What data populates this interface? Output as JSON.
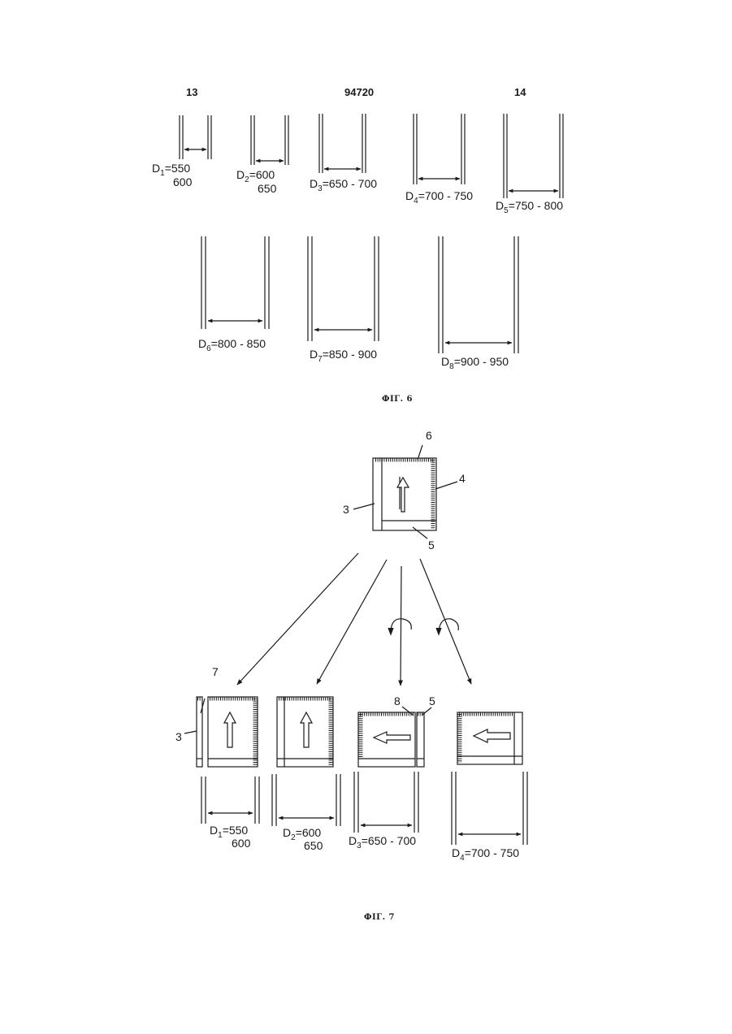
{
  "header": {
    "left_page": "13",
    "patent_no": "94720",
    "right_page": "14"
  },
  "fig6": {
    "caption": "ФІГ. 6",
    "labels": [
      {
        "sym": "D",
        "sub": "1",
        "text": "=550",
        "text2": "600"
      },
      {
        "sym": "D",
        "sub": "2",
        "text": "=600",
        "text2": "650"
      },
      {
        "sym": "D",
        "sub": "3",
        "text": "=650 - 700"
      },
      {
        "sym": "D",
        "sub": "4",
        "text": "=700 - 750"
      },
      {
        "sym": "D",
        "sub": "5",
        "text": "=750 - 800"
      },
      {
        "sym": "D",
        "sub": "6",
        "text": "=800 - 850"
      },
      {
        "sym": "D",
        "sub": "7",
        "text": "=850 - 900"
      },
      {
        "sym": "D",
        "sub": "8",
        "text": "=900 - 950"
      }
    ]
  },
  "fig7": {
    "caption": "ФІГ. 7",
    "refs": {
      "r6": "6",
      "r4": "4",
      "r3": "3",
      "r5": "5",
      "r7": "7",
      "r3b": "3",
      "r8": "8",
      "r5b": "5"
    },
    "labels": [
      {
        "sym": "D",
        "sub": "1",
        "text": "=550",
        "text2": "600"
      },
      {
        "sym": "D",
        "sub": "2",
        "text": "=600",
        "text2": "650"
      },
      {
        "sym": "D",
        "sub": "3",
        "text": "=650 - 700"
      },
      {
        "sym": "D",
        "sub": "4",
        "text": "=700 - 750"
      }
    ]
  }
}
